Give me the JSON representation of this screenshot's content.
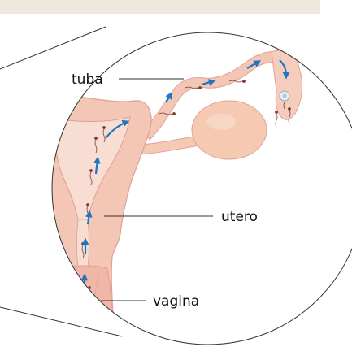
{
  "labels": {
    "tuba": "tuba",
    "utero": "utero",
    "vagina": "vagina"
  },
  "colors": {
    "banner": "#efe8dc",
    "tissue": "#f3c6b6",
    "tissue_dark": "#e4a596",
    "cavity": "#f7ddd2",
    "ovary": "#f6c9b3",
    "arrow": "#1b76c4",
    "line": "#333333"
  }
}
